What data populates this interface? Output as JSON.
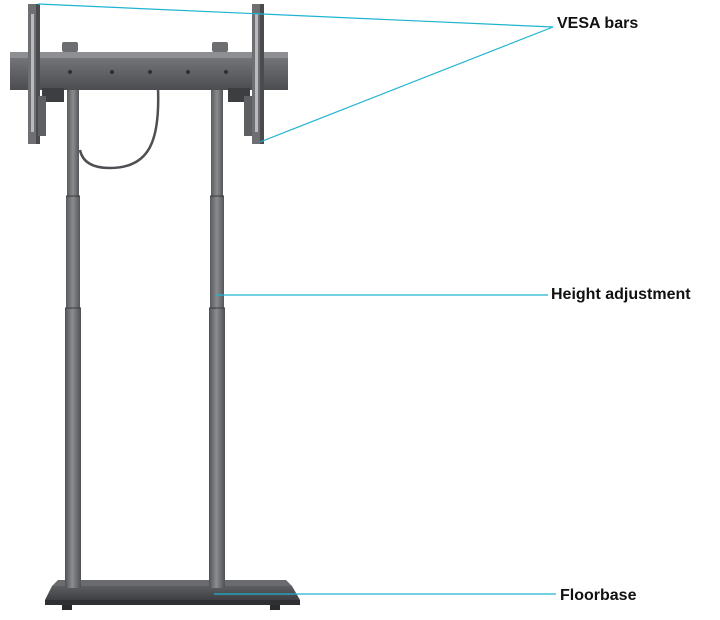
{
  "labels": {
    "vesa": "VESA bars",
    "height": "Height adjustment",
    "floorbase": "Floorbase"
  },
  "colors": {
    "leader": "#1fb3d1",
    "metal_dark": "#4a4b4e",
    "metal_mid": "#6d6e72",
    "metal_light": "#8f9094",
    "label_text": "#111111"
  }
}
